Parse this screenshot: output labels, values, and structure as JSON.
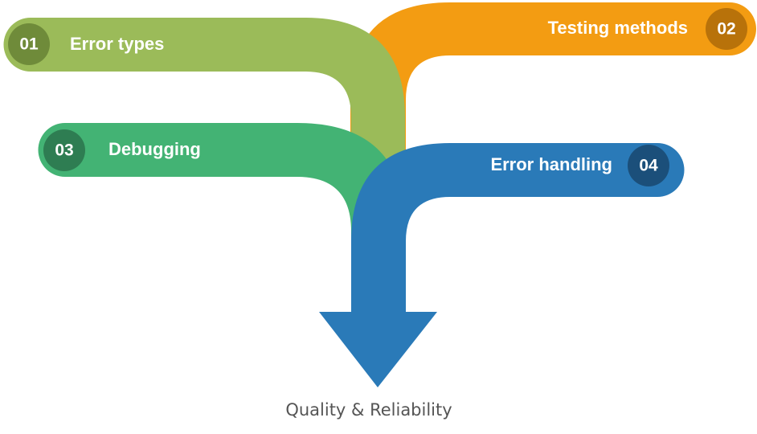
{
  "steps": [
    {
      "number": "01",
      "label": "Error types",
      "color": "#9BBB59",
      "badge_color": "#6F8B3A"
    },
    {
      "number": "02",
      "label": "Testing methods",
      "color": "#F39C12",
      "badge_color": "#B8720A"
    },
    {
      "number": "03",
      "label": "Debugging",
      "color": "#43B374",
      "badge_color": "#2E7D52"
    },
    {
      "number": "04",
      "label": "Error handling",
      "color": "#2A7AB8",
      "badge_color": "#1B4F7A"
    }
  ],
  "result": "Quality & Reliability"
}
